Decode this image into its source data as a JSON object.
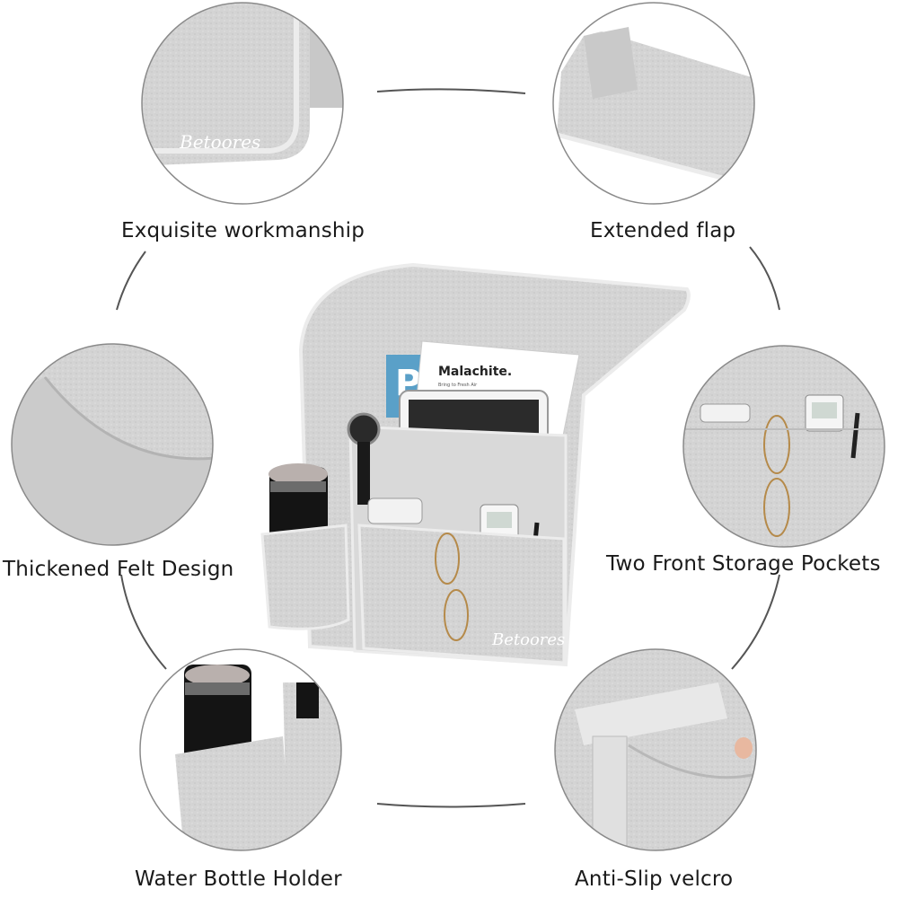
{
  "features": {
    "top_left": "Exquisite workmanship",
    "top_right": "Extended flap",
    "middle_left": "Thickened Felt Design",
    "middle_right": "Two Front Storage Pockets",
    "bottom_left": "Water Bottle Holder",
    "bottom_right": "Anti-Slip velcro"
  },
  "brand": "Betoores",
  "magazine": {
    "title": "Malachite.",
    "subtitle": "Bring to Fresh Air",
    "letter": "P"
  },
  "colors": {
    "felt": "#d6d6d6",
    "felt_dark": "#bdbdbd",
    "felt_edge": "#e6e6e6",
    "bottle": "#141414",
    "circle_outline": "#8a8a8a"
  }
}
